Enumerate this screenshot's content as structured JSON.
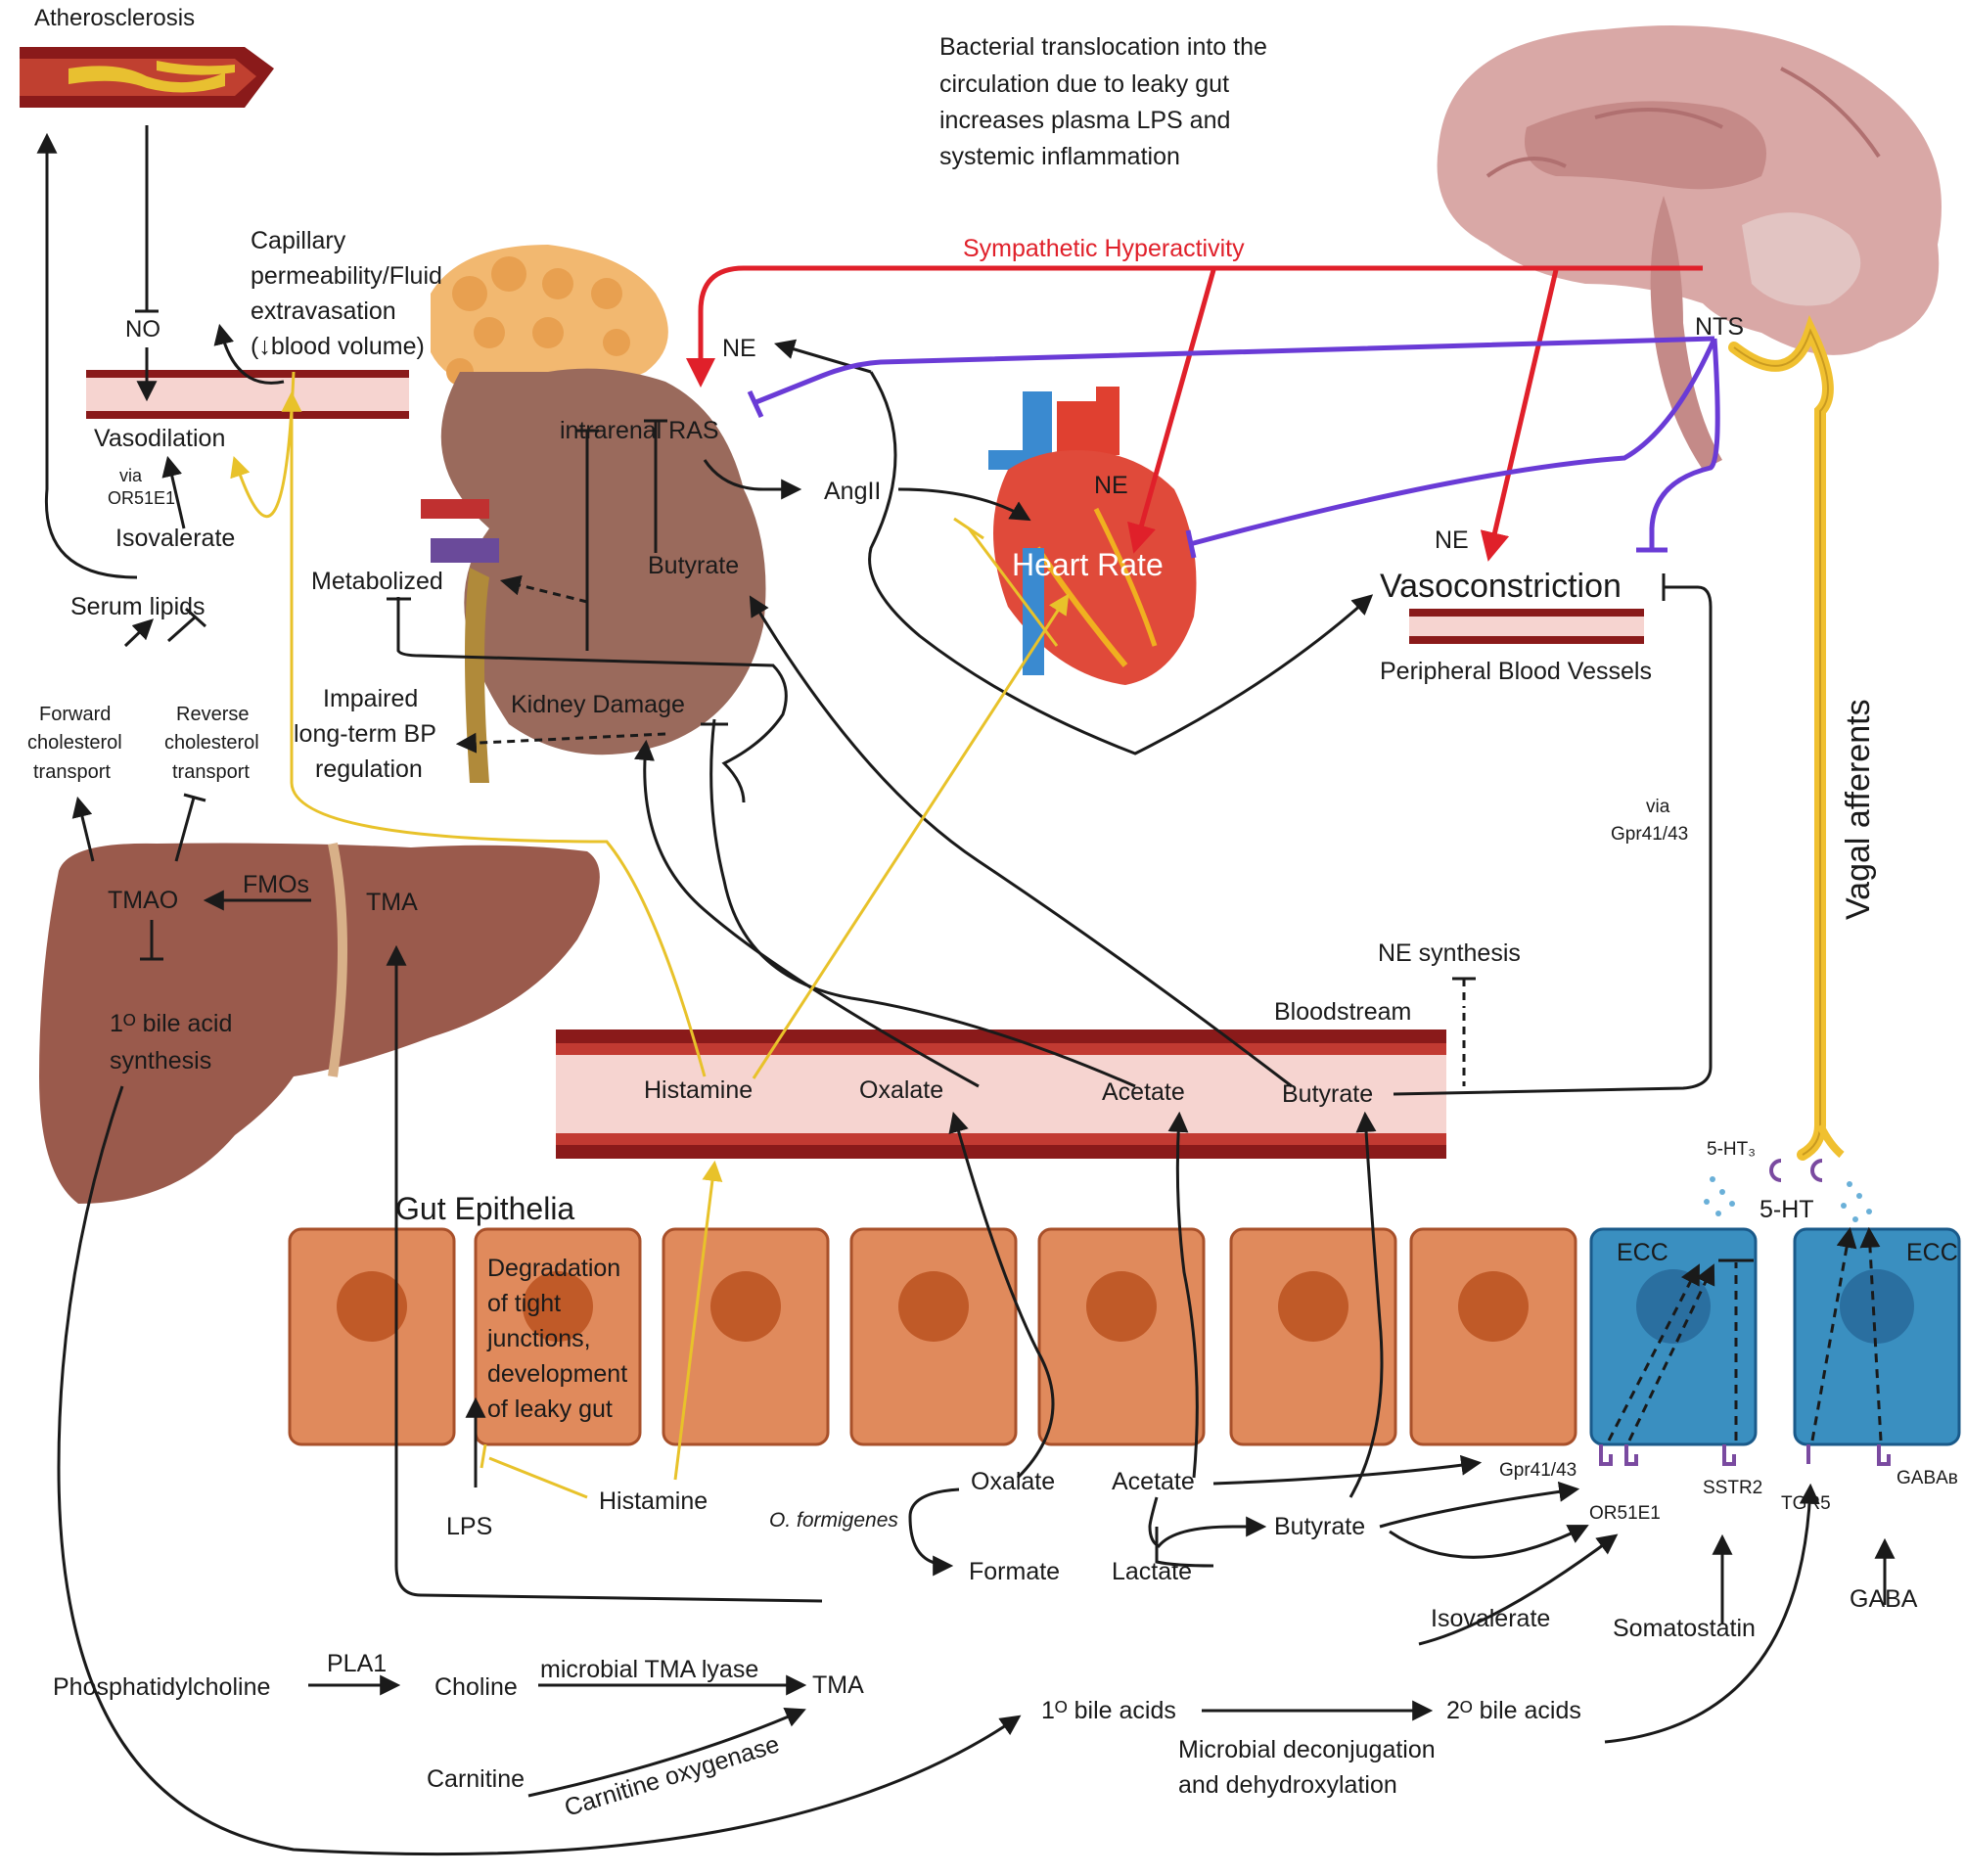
{
  "texts": {
    "atherosclerosis": "Atherosclerosis",
    "no": "NO",
    "vasodilation": "Vasodilation",
    "via_or51e1_1": "via",
    "via_or51e1_2": "OR51E1",
    "isovalerate_top": "Isovalerate",
    "serum_lipids": "Serum lipids",
    "forward_1": "Forward",
    "forward_2": "cholesterol",
    "forward_3": "transport",
    "reverse_1": "Reverse",
    "reverse_2": "cholesterol",
    "reverse_3": "transport",
    "capillary_1": "Capillary",
    "capillary_2": "permeability/Fluid",
    "capillary_3": "extravasation",
    "capillary_4": "(↓blood volume)",
    "metabolized": "Metabolized",
    "impaired_1": "Impaired",
    "impaired_2": "long-term BP",
    "impaired_3": "regulation",
    "intrarenal_ras": "intrarenal RAS",
    "butyrate_kidney": "Butyrate",
    "kidney_damage": "Kidney Damage",
    "ne_kidney": "NE",
    "angii": "AngII",
    "bacterial_1": "Bacterial translocation into the",
    "bacterial_2": "circulation due to leaky gut",
    "bacterial_3": "increases plasma LPS and",
    "bacterial_4": "systemic inflammation",
    "sympathetic": "Sympathetic Hyperactivity",
    "heart_ne": "NE",
    "heart_rate": "Heart Rate",
    "nts": "NTS",
    "ne_vessel": "NE",
    "vasoconstriction": "Vasoconstriction",
    "peripheral": "Peripheral Blood Vessels",
    "via_gpr_1": "via",
    "via_gpr_2": "Gpr41/43",
    "vagal": "Vagal afferents",
    "tmao": "TMAO",
    "fmos": "FMOs",
    "tma_liver": "TMA",
    "bile_synth_1": "1ᴼ bile acid",
    "bile_synth_2": "synthesis",
    "ne_synthesis": "NE synthesis",
    "bloodstream": "Bloodstream",
    "histamine_blood": "Histamine",
    "oxalate_blood": "Oxalate",
    "acetate_blood": "Acetate",
    "butyrate_blood": "Butyrate",
    "gut_epithelia": "Gut Epithelia",
    "degradation_1": "Degradation",
    "degradation_2": "of tight",
    "degradation_3": "junctions,",
    "degradation_4": "development",
    "degradation_5": "of leaky gut",
    "ecc_left": "ECC",
    "ecc_right": "ECC",
    "five_ht3": "5-HT₃",
    "five_ht": "5-HT",
    "lps": "LPS",
    "histamine_gut": "Histamine",
    "oxalate_gut": "Oxalate",
    "o_formigenes": "O. formigenes",
    "formate": "Formate",
    "acetate_gut": "Acetate",
    "lactate": "Lactate",
    "butyrate_gut": "Butyrate",
    "gpr4143": "Gpr41/43",
    "or51e1": "OR51E1",
    "sstr2": "SSTR2",
    "tgr5": "TGR5",
    "gabab": "GABAʙ",
    "isovalerate_bottom": "Isovalerate",
    "somatostatin": "Somatostatin",
    "gaba": "GABA",
    "phosphatidylcholine": "Phosphatidylcholine",
    "pla1": "PLA1",
    "choline": "Choline",
    "tma_lyase": "microbial TMA lyase",
    "tma_bottom": "TMA",
    "carnitine": "Carnitine",
    "carnitine_oxygenase": "Carnitine oxygenase",
    "primary_bile": "1ᴼ bile acids",
    "secondary_bile": "2ᴼ bile acids",
    "microbial_decon_1": "Microbial deconjugation",
    "microbial_decon_2": "and dehydroxylation"
  },
  "colors": {
    "sympathetic": "#e0202a",
    "vagal_inhibit": "#6a3bd6",
    "histamine": "#e8c22a",
    "arrow": "#1a1a1a",
    "gut_cell": "#e08a5c",
    "ecc_cell": "#3a8fc0",
    "vessel_dark": "#8a1a1a",
    "vessel_light": "#f6d4d0",
    "liver": "#9a5a4c",
    "kidney": "#9a6a5c",
    "brain": "#d9a8a6"
  }
}
